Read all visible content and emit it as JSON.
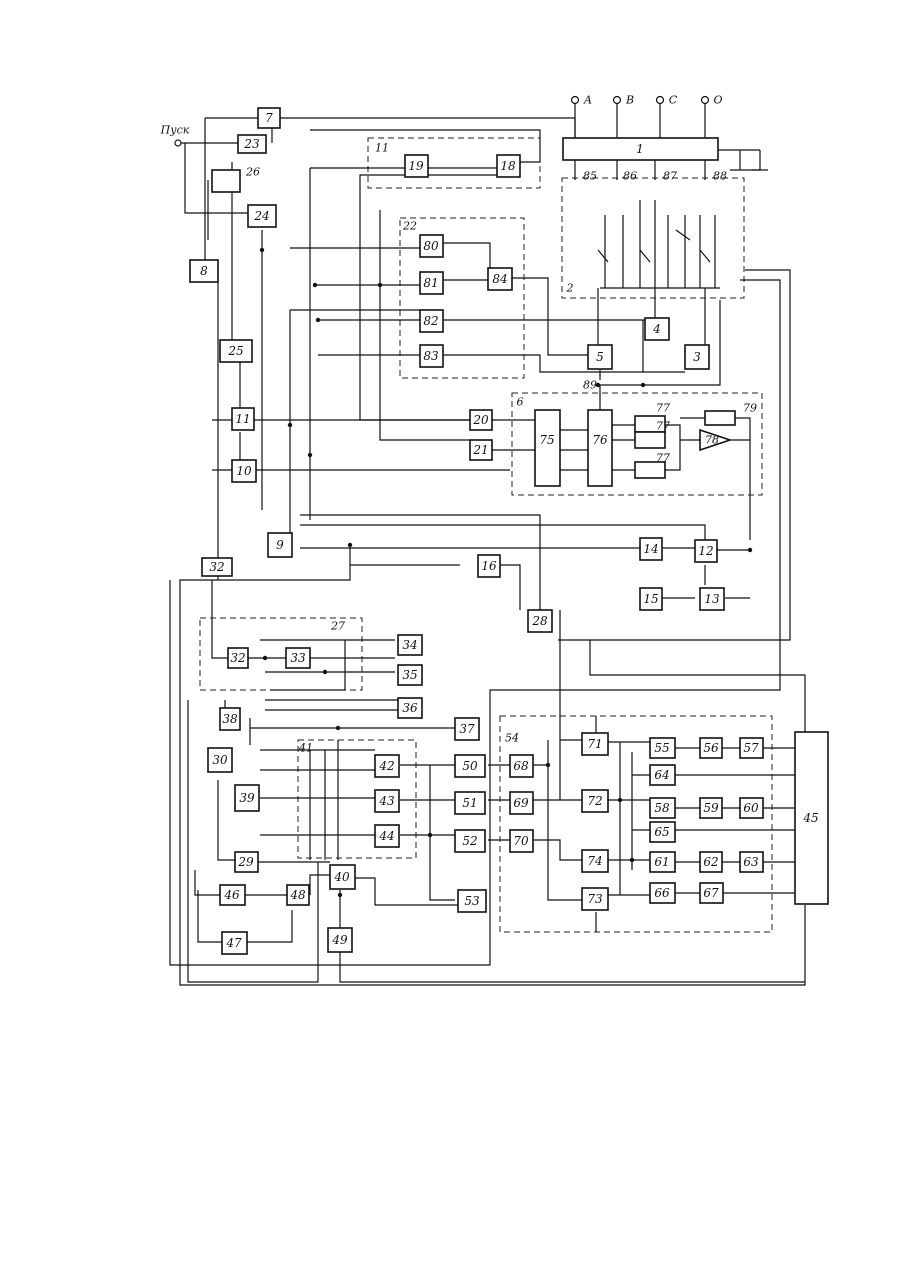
{
  "diagram": {
    "start_label": "Пуск",
    "terminals": [
      "A",
      "B",
      "C",
      "O"
    ],
    "group_labels": {
      "g11": "11",
      "g22": "22",
      "g2": "2",
      "g6": "6",
      "g27": "27",
      "g41": "41",
      "g54": "54"
    },
    "node_labels": {
      "n89": "89",
      "n85": "85",
      "n86": "86",
      "n87": "87",
      "n88": "88"
    },
    "blocks": {
      "b1": "1",
      "b7": "7",
      "b23": "23",
      "b26": "26",
      "b24": "24",
      "b8": "8",
      "b19": "19",
      "b18": "18",
      "b80": "80",
      "b81": "81",
      "b82": "82",
      "b83": "83",
      "b84": "84",
      "b25": "25",
      "b11": "11",
      "b10": "10",
      "b4": "4",
      "b5": "5",
      "b3": "3",
      "b20": "20",
      "b21": "21",
      "b75": "75",
      "b76": "76",
      "b77a": "77",
      "b77b": "77",
      "b77c": "77",
      "b79": "79",
      "b78": "78",
      "b9": "9",
      "b32": "32",
      "b16": "16",
      "b14": "14",
      "b12": "12",
      "b15": "15",
      "b13": "13",
      "b28": "28",
      "b32b": "32",
      "b33": "33",
      "b34": "34",
      "b35": "35",
      "b36": "36",
      "b38": "38",
      "b37": "37",
      "b30": "30",
      "b39": "39",
      "b42": "42",
      "b43": "43",
      "b44": "44",
      "b50": "50",
      "b51": "51",
      "b52": "52",
      "b53": "53",
      "b68": "68",
      "b69": "69",
      "b70": "70",
      "b71": "71",
      "b72": "72",
      "b74": "74",
      "b73": "73",
      "b55": "55",
      "b56": "56",
      "b57": "57",
      "b64": "64",
      "b58": "58",
      "b59": "59",
      "b60": "60",
      "b65": "65",
      "b61": "61",
      "b62": "62",
      "b63": "63",
      "b66": "66",
      "b67": "67",
      "b29": "29",
      "b40": "40",
      "b46": "46",
      "b48": "48",
      "b47": "47",
      "b49": "49",
      "b45": "45"
    }
  }
}
